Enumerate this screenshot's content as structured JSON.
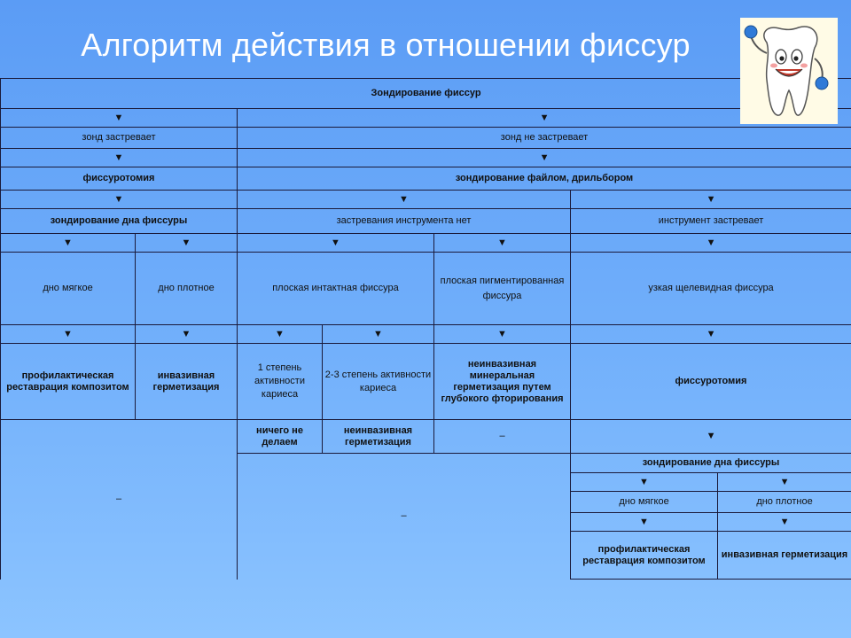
{
  "title": "Алгоритм действия в отношении фиссур",
  "arrow": "▼",
  "dash": "–",
  "cells": {
    "probing": "Зондирование фиссур",
    "probe_stuck": "зонд застревает",
    "probe_not_stuck": "зонд не застревает",
    "fissurotomy": "фиссуротомия",
    "probing_file": "зондирование файлом, дрильбором",
    "probing_bottom": "зондирование дна фиссуры",
    "no_stuck": "застревания инструмента нет",
    "tool_stuck": "инструмент застревает",
    "soft_bottom": "дно мягкое",
    "hard_bottom": "дно плотное",
    "flat_intact": "плоская интактная фиссура",
    "flat_pigmented": "плоская пигментированная фиссура",
    "narrow_slit": "узкая щелевидная фиссура",
    "prophylactic": "профилактическая реставрация композитом",
    "invasive": "инвазивная герметизация",
    "caries_1": "1 степень активности кариеса",
    "caries_23": "2-3 степень активности кариеса",
    "noninvasive_mineral": "неинвазивная минеральная герметизация путем глубокого фторирования",
    "fissurotomy_b": "фиссуротомия",
    "do_nothing": "ничего не делаем",
    "noninvasive": "неинвазивная герметизация",
    "probing_bottom_2": "зондирование дна фиссуры",
    "soft_bottom_2": "дно мягкое",
    "hard_bottom_2": "дно плотное",
    "prophylactic_2": "профилактическая реставрация композитом",
    "invasive_2": "инвазивная герметизация"
  },
  "colors": {
    "background": "#6aa8f8",
    "border": "#1a1a3a",
    "title": "#ffffff"
  }
}
